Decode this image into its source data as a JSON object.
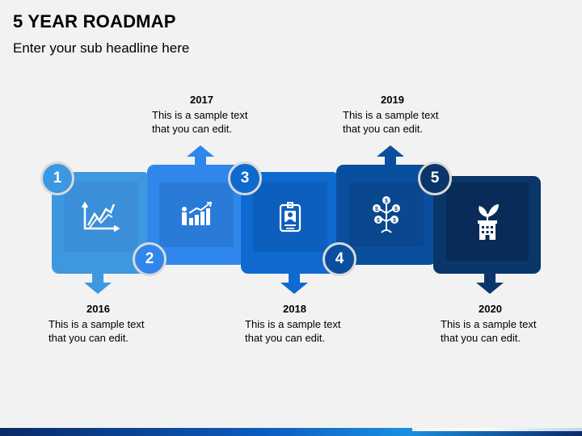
{
  "header": {
    "title": "5 YEAR ROADMAP",
    "subtitle": "Enter your sub headline here"
  },
  "steps": [
    {
      "number": "1",
      "year": "2016",
      "text_line1": "This is a sample text",
      "text_line2": "that you can edit.",
      "icon": "growth-arrow-icon",
      "color": "#3d98e0",
      "inner_color": "#3b8fd8"
    },
    {
      "number": "2",
      "year": "2017",
      "text_line1": "This is a sample text",
      "text_line2": "that you can edit.",
      "icon": "bar-chart-person-icon",
      "color": "#2f87ec",
      "inner_color": "#2a7bd8"
    },
    {
      "number": "3",
      "year": "2018",
      "text_line1": "This is a sample text",
      "text_line2": "that you can edit.",
      "icon": "id-badge-icon",
      "color": "#0f6ad0",
      "inner_color": "#0d5fbd"
    },
    {
      "number": "4",
      "year": "2019",
      "text_line1": "This is a sample text",
      "text_line2": "that you can edit.",
      "icon": "money-tree-icon",
      "color": "#0a4f9e",
      "inner_color": "#09478f"
    },
    {
      "number": "5",
      "year": "2020",
      "text_line1": "This is a sample text",
      "text_line2": "that you can edit.",
      "icon": "building-plant-icon",
      "color": "#0a3669",
      "inner_color": "#082c57"
    }
  ]
}
